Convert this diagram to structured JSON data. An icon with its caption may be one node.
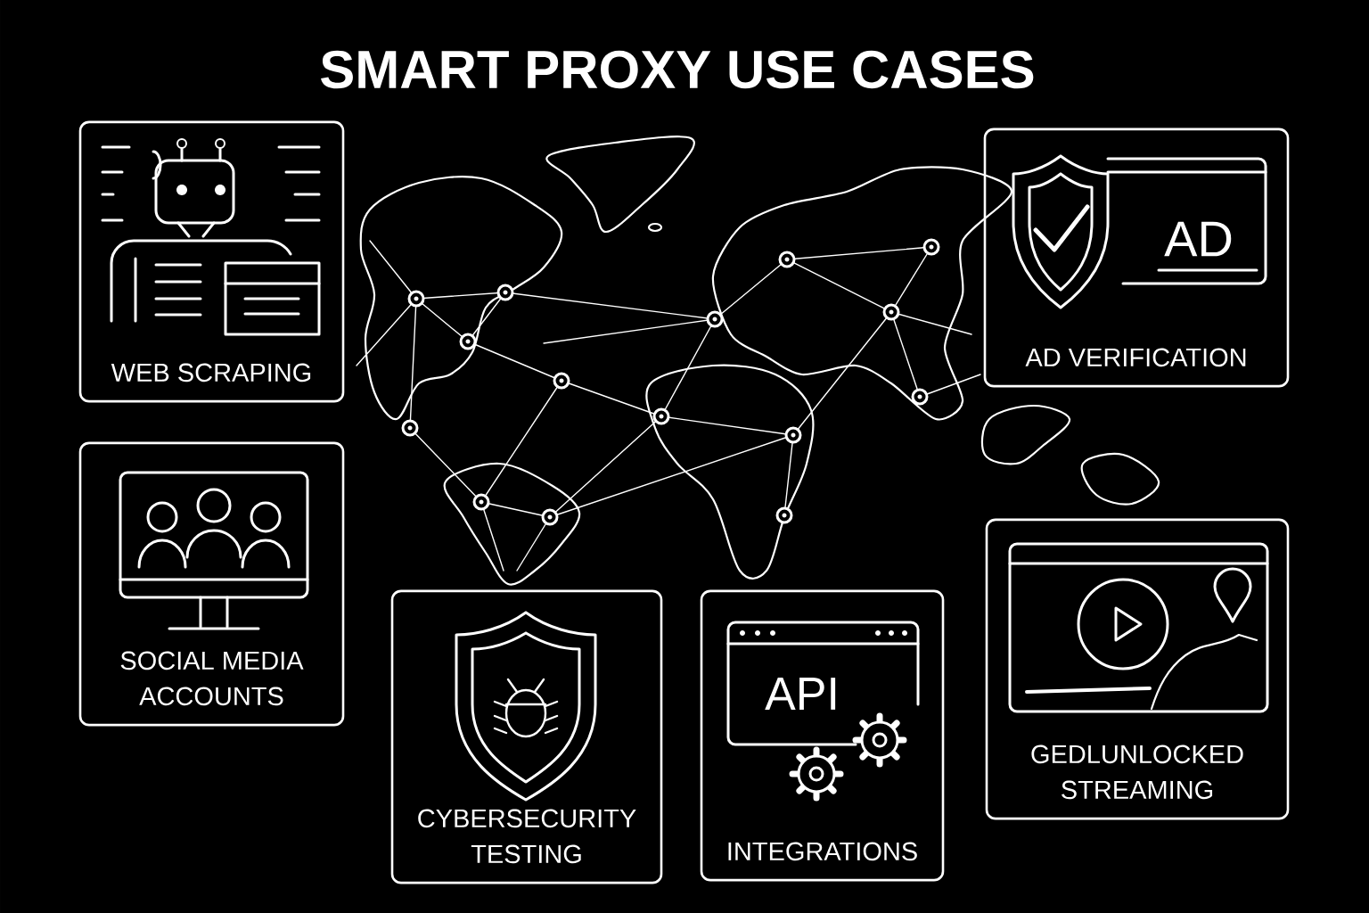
{
  "diagram": {
    "title": "SMART PROXY USE CASES",
    "nodes": [
      {
        "text": [
          "WEB SCRAPING"
        ]
      },
      {
        "text": [
          "AD VERIFICATION"
        ]
      },
      {
        "text": [
          "SOCIAL MEDIA ACCOUNTS"
        ]
      },
      {
        "text": [
          "GEDLUNLOCKED STREAMING"
        ]
      },
      {
        "text": [
          "CYBERSECURITY TESTING"
        ]
      },
      {
        "text": [
          "INTEGRATIONS"
        ]
      }
    ],
    "labels": [
      "AD",
      "API"
    ]
  }
}
